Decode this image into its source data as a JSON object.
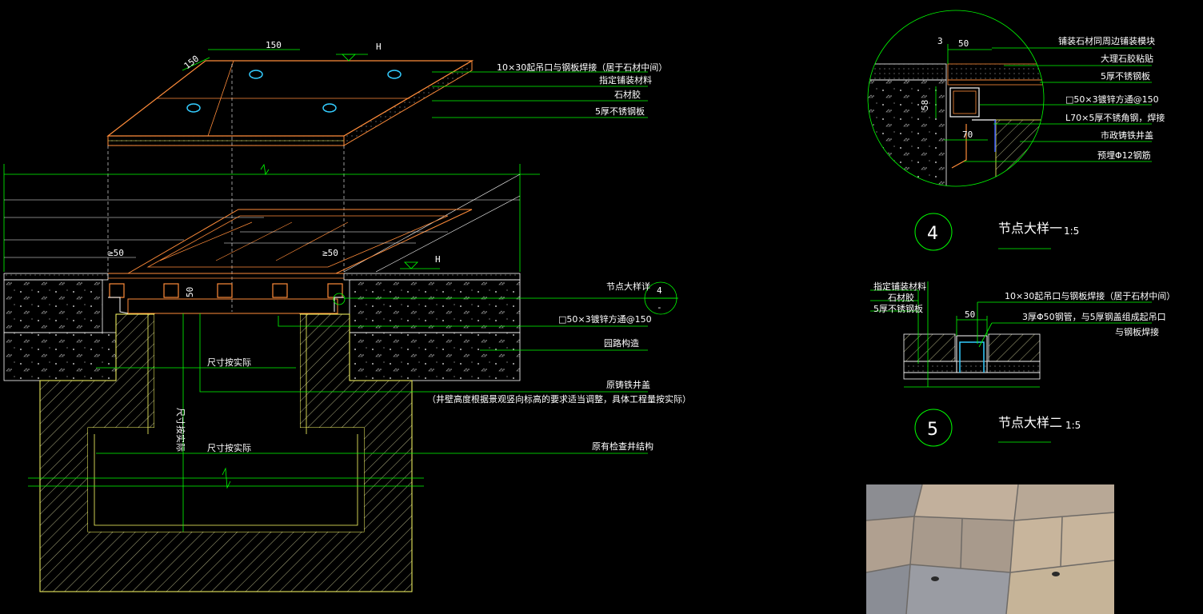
{
  "main_section": {
    "dims": {
      "top_150": "150",
      "top_150_diag": "150",
      "elev_h_top": "H",
      "elev_h_mid": "H",
      "ge50_left": "≥50",
      "ge50_right": "≥50",
      "v50": "50"
    },
    "callouts": [
      "10×30起吊口与钢板焊接（居于石材中间）",
      "指定铺装材料",
      "石材胶",
      "5厚不锈钢板",
      "节点大样详",
      "□50×3镀锌方通@150",
      "园路构造",
      "原铸铁井盖",
      "（井壁高度根据景观竖向标高的要求适当调整，具体工程量按实际）",
      "原有检查井结构"
    ],
    "detail_ref": {
      "num": "4",
      "sheet": "-"
    },
    "size_actual_1": "尺寸按实际",
    "size_actual_2": "尺寸按实际",
    "size_actual_v": "尺寸按实际"
  },
  "detail4": {
    "labels": [
      "铺装石材同周边铺装模块",
      "大理石胶粘贴",
      "5厚不锈钢板",
      "□50×3镀锌方通@150",
      "L70×5厚不锈角钢，焊接",
      "市政铸铁井盖",
      "预埋Φ12钢筋"
    ],
    "dims": {
      "d3": "3",
      "d50": "50",
      "d58": "58",
      "d70": "70"
    },
    "number": "4",
    "title": "节点大样一",
    "scale": "1:5"
  },
  "detail5": {
    "labels_left": [
      "指定铺装材料",
      "石材胶",
      "5厚不锈钢板"
    ],
    "labels_right": [
      "10×30起吊口与钢板焊接（居于石材中间）",
      "3厚Φ50钢管，与5厚钢盖组成起吊口",
      "与钢板焊接"
    ],
    "dims": {
      "d50": "50"
    },
    "number": "5",
    "title": "节点大样二",
    "scale": "1:5"
  },
  "colors": {
    "background": "#000000",
    "line_green": "#00ff00",
    "line_orange": "#ff8c3a",
    "line_yellow": "#ffff66",
    "line_white": "#ffffff",
    "line_cyan": "#33ccff",
    "hatch": "#b5b58a"
  }
}
